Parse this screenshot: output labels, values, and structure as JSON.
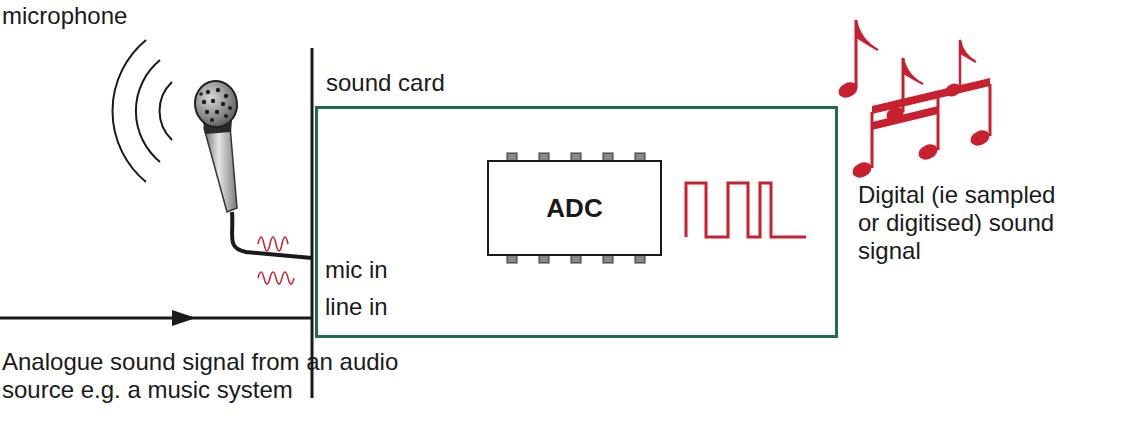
{
  "diagram": {
    "nodes": [
      {
        "text": [
          "sound card"
        ]
      },
      {
        "text": [
          "ADC"
        ],
        "in": 0
      }
    ],
    "labels": [
      "microphone",
      "mic in",
      "line in",
      "Digital (ie sampled or digitised) sound signal",
      "Analogue sound signal from an audio source e.g. a music system"
    ]
  }
}
